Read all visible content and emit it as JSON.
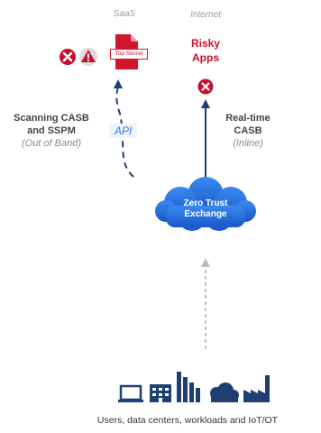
{
  "columns": {
    "saas": "SaaS",
    "internet": "Internet"
  },
  "saas_doc": {
    "label": "Top Secret"
  },
  "risky": {
    "line1": "Risky",
    "line2": "Apps"
  },
  "left": {
    "line1": "Scanning CASB",
    "line2": "and SSPM",
    "sub": "(Out of Band)"
  },
  "api_label": "API",
  "right": {
    "line1": "Real-time",
    "line2": "CASB",
    "sub": "(Inline)"
  },
  "hub": {
    "line1": "Zero Trust",
    "line2": "Exchange"
  },
  "footer": "Users, data centers, workloads and IoT/OT",
  "colors": {
    "red": "#c8102e",
    "blue": "#1d6fe0",
    "navy": "#1e3f73",
    "gray": "#bbbbbb"
  }
}
